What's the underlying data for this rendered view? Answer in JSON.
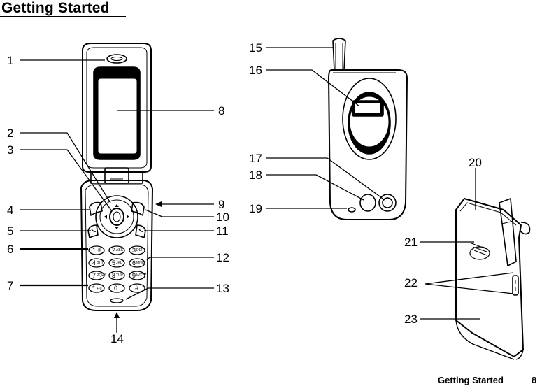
{
  "page": {
    "title": "Getting Started",
    "footer_section": "Getting Started",
    "page_number": "8"
  },
  "callouts": [
    "1",
    "2",
    "3",
    "4",
    "5",
    "6",
    "7",
    "8",
    "9",
    "10",
    "11",
    "12",
    "13",
    "14",
    "15",
    "16",
    "17",
    "18",
    "19",
    "20",
    "21",
    "22",
    "23"
  ],
  "keypad": [
    [
      "1",
      ".@",
      "2",
      "ABC",
      "3",
      "DEF"
    ],
    [
      "4",
      "GHI",
      "5",
      "JKL",
      "6",
      "MNO"
    ],
    [
      "7",
      "PQRS",
      "8",
      "TUV",
      "9",
      "WXYZ"
    ],
    [
      "*",
      "+-0",
      "0",
      "",
      "#",
      ""
    ]
  ]
}
